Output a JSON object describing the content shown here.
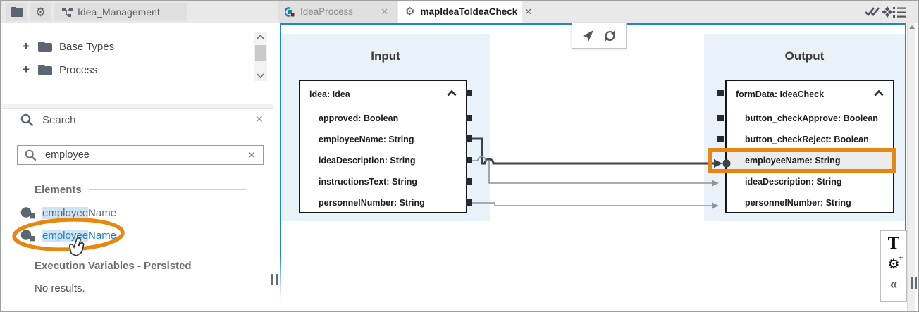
{
  "topbar": {
    "project_label": "Idea_Management",
    "tabs": [
      {
        "label": "IdeaProcess",
        "active": false
      },
      {
        "label": "mapIdeaToIdeaCheck",
        "active": true
      }
    ]
  },
  "icons": {
    "gear_glyph": "⚙",
    "close_glyph": "✕",
    "expand_glyph": "+",
    "collapse_glyph": "«",
    "text_tool_glyph": "T",
    "plus_glyph": "+",
    "right_icons": [
      "validate-double-check",
      "connections-cross",
      "list-menu"
    ]
  },
  "sidebar": {
    "tree": [
      {
        "label": "Base Types"
      },
      {
        "label": "Process"
      }
    ],
    "search": {
      "title": "Search",
      "value": "employee",
      "placeholder": ""
    },
    "elements_section": {
      "title": "Elements",
      "items": [
        {
          "match": "employee",
          "rest": "Name",
          "hovered": false
        },
        {
          "match": "employee",
          "rest": "Name",
          "hovered": true,
          "annotated": "orange-ellipse-and-cursor"
        }
      ]
    },
    "exec_section": {
      "title": "Execution Variables - Persisted",
      "empty_text": "No results."
    }
  },
  "canvas": {
    "input": {
      "title": "Input",
      "header": "idea: Idea",
      "fields": [
        "approved: Boolean",
        "employeeName: String",
        "ideaDescription: String",
        "instructionsText: String",
        "personnelNumber: String"
      ]
    },
    "output": {
      "title": "Output",
      "header": "formData: IdeaCheck",
      "fields": [
        "button_checkApprove: Boolean",
        "button_checkReject: Boolean",
        "employeeName: String",
        "ideaDescription: String",
        "personnelNumber: String"
      ],
      "highlighted_field": "employeeName: String"
    },
    "mappings": [
      {
        "from": "employeeName",
        "to": "employeeName",
        "emphasized": true
      },
      {
        "from": "ideaDescription",
        "to": "ideaDescription",
        "emphasized": false
      },
      {
        "from": "personnelNumber",
        "to": "personnelNumber",
        "emphasized": false
      }
    ]
  },
  "colors": {
    "accent_blue": "#1f8ac9",
    "panel_blue": "#e9f2f9",
    "highlight_orange": "#e8860f",
    "match_highlight": "#cfe4f4",
    "link_blue": "#1d82c8"
  }
}
